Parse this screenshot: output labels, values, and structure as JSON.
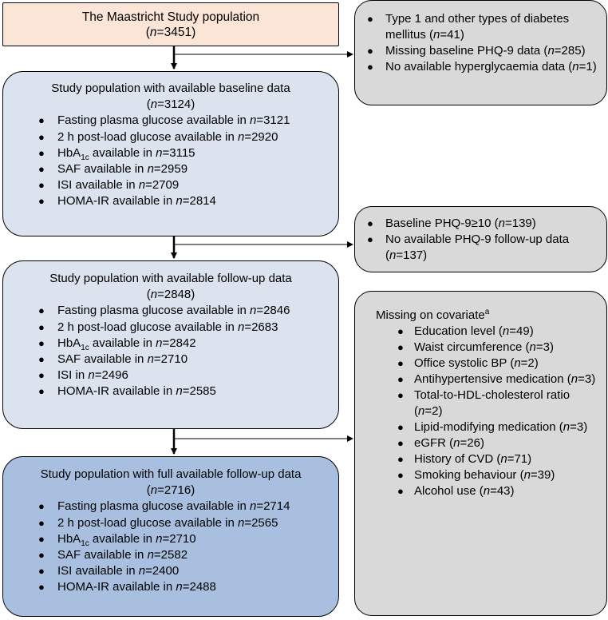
{
  "population": {
    "title": "The Maastricht Study population",
    "n": "=3451"
  },
  "baseline": {
    "title": "Study population with available baseline data",
    "n": "=3124",
    "items": [
      {
        "pre": "Fasting plasma glucose available in ",
        "n": "=3121"
      },
      {
        "pre": "2 h post-load glucose available in ",
        "n": "=2920"
      },
      {
        "pre": "HbA",
        "sub": "1c",
        "mid": " available in ",
        "n": "=3115"
      },
      {
        "pre": "SAF available in ",
        "n": "=2959"
      },
      {
        "pre": "ISI available in ",
        "n": "=2709"
      },
      {
        "pre": "HOMA-IR available in ",
        "n": "=2814"
      }
    ]
  },
  "followup": {
    "title": "Study population with available follow-up data",
    "n": "=2848",
    "items": [
      {
        "pre": "Fasting plasma glucose available in ",
        "n": "=2846"
      },
      {
        "pre": "2 h post-load glucose available in ",
        "n": "=2683"
      },
      {
        "pre": "HbA",
        "sub": "1c",
        "mid": " available in ",
        "n": "=2842"
      },
      {
        "pre": "SAF available in ",
        "n": "=2710"
      },
      {
        "pre": "ISI in ",
        "n": "=2496"
      },
      {
        "pre": "HOMA-IR available in ",
        "n": "=2585"
      }
    ]
  },
  "full": {
    "title": "Study population with full available follow-up data",
    "n": "=2716",
    "items": [
      {
        "pre": "Fasting plasma glucose available in ",
        "n": "=2714"
      },
      {
        "pre": "2 h post-load glucose available in ",
        "n": "=2565"
      },
      {
        "pre": "HbA",
        "sub": "1c",
        "mid": " available in ",
        "n": "=2710"
      },
      {
        "pre": "SAF available in ",
        "n": "=2582"
      },
      {
        "pre": "ISI available in ",
        "n": "=2400"
      },
      {
        "pre": "HOMA-IR available in ",
        "n": "=2488"
      }
    ]
  },
  "exclusion1": {
    "items": [
      {
        "pre": "Type 1 and other types of diabetes mellitus (",
        "n": "=41",
        "post": ")"
      },
      {
        "pre": "Missing baseline PHQ-9 data (",
        "n": "=285",
        "post": ")"
      },
      {
        "pre": "No available hyperglycaemia data (",
        "n": "=1",
        "post": ")"
      }
    ]
  },
  "exclusion2": {
    "items": [
      {
        "pre": "Baseline PHQ-9≥10 (",
        "n": "=139",
        "post": ")"
      },
      {
        "pre": "No available PHQ-9 follow-up data (",
        "n": "=137",
        "post": ")"
      }
    ]
  },
  "exclusion3": {
    "title": "Missing on covariate",
    "title_sup": "a",
    "items": [
      {
        "pre": "Education level (",
        "n": "=49",
        "post": ")"
      },
      {
        "pre": "Waist circumference (",
        "n": "=3",
        "post": ")"
      },
      {
        "pre": "Office systolic BP (",
        "n": "=2",
        "post": ")"
      },
      {
        "pre": "Antihypertensive medication (",
        "n": "=3",
        "post": ")"
      },
      {
        "pre": "Total-to-HDL-cholesterol ratio (",
        "n": "=2",
        "post": ")"
      },
      {
        "pre": "Lipid-modifying medication (",
        "n": "=3",
        "post": ")"
      },
      {
        "pre": "eGFR (",
        "n": "=26",
        "post": ")"
      },
      {
        "pre": "History of CVD (",
        "n": "=71",
        "post": ")"
      },
      {
        "pre": "Smoking behaviour (",
        "n": "=39",
        "post": ")"
      },
      {
        "pre": "Alcohol use (",
        "n": "=43",
        "post": ")"
      }
    ]
  },
  "symbols": {
    "n_letter": "n",
    "bullet": "●",
    "open_paren": "(",
    "close_paren": ")"
  },
  "colors": {
    "population_fill": "#fbe5d6",
    "stage_fill": "#dae3ee",
    "final_fill": "#a8bfdf",
    "exclusion_fill": "#d9d9d9"
  }
}
